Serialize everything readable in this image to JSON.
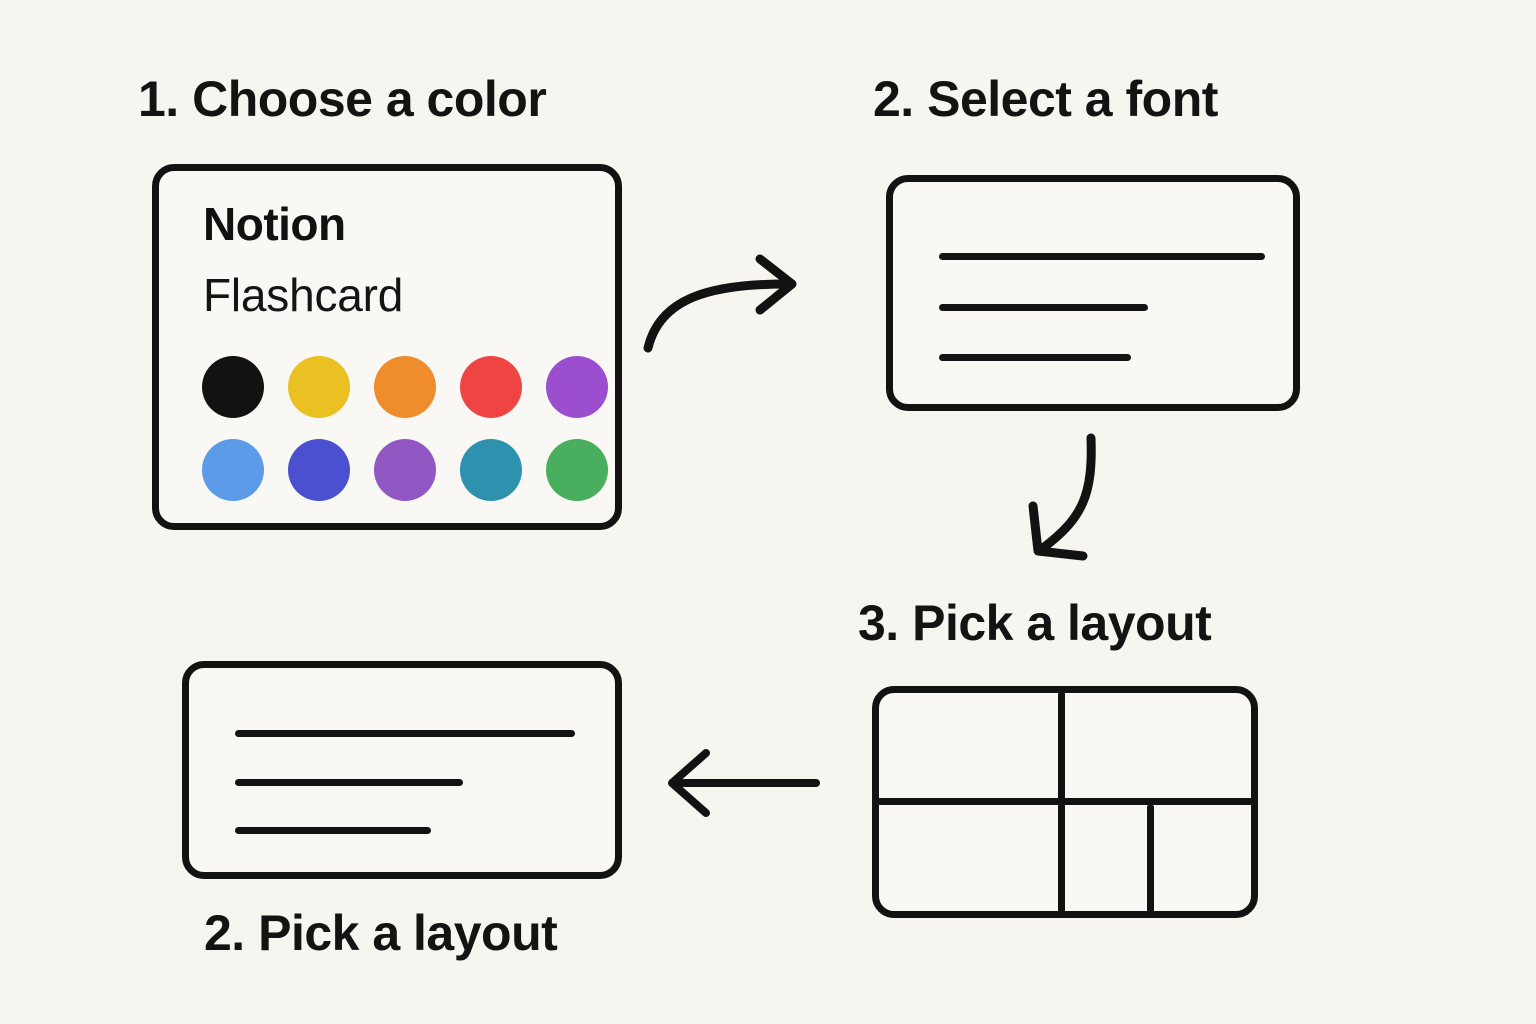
{
  "background_color": "#f7f5f0",
  "ink_color": "#121212",
  "steps": [
    {
      "id": "step-1",
      "heading": "1. Choose a color"
    },
    {
      "id": "step-2",
      "heading": "2. Select a font"
    },
    {
      "id": "step-3",
      "heading": "3. Pick a layout"
    },
    {
      "id": "step-4",
      "heading": "2. Pick a layout"
    }
  ],
  "color_card": {
    "title": "Notion",
    "subtitle": "Flashcard",
    "swatch_rows": [
      [
        {
          "name": "swatch-black",
          "hex": "#121212"
        },
        {
          "name": "swatch-yellow",
          "hex": "#ebc023"
        },
        {
          "name": "swatch-orange",
          "hex": "#ef8c2c"
        },
        {
          "name": "swatch-red",
          "hex": "#ee4444"
        },
        {
          "name": "swatch-purple",
          "hex": "#9b4fce"
        }
      ],
      [
        {
          "name": "swatch-light-blue",
          "hex": "#5b9be8"
        },
        {
          "name": "swatch-indigo",
          "hex": "#4a50cf"
        },
        {
          "name": "swatch-mid-purple",
          "hex": "#9158c4"
        },
        {
          "name": "swatch-teal",
          "hex": "#2e92ae"
        },
        {
          "name": "swatch-green",
          "hex": "#4aae5f"
        }
      ]
    ]
  },
  "font_card": {
    "lines": [
      {
        "name": "text-line-long",
        "width_pct": 100
      },
      {
        "name": "text-line-medium",
        "width_pct": 59
      },
      {
        "name": "text-line-short",
        "width_pct": 54
      }
    ]
  },
  "lines_card": {
    "lines": [
      {
        "name": "text-line-long",
        "width_pct": 100
      },
      {
        "name": "text-line-medium",
        "width_pct": 67
      },
      {
        "name": "text-line-short",
        "width_pct": 57
      }
    ]
  },
  "grid_card": {
    "cells": 5,
    "horizontal_divider_pct": 48,
    "vertical_divider_pct": 48,
    "bottom_right_divider_pct": 72
  },
  "arrows": [
    {
      "name": "arrow-curve-right",
      "direction": "right",
      "from": "step-1",
      "to": "step-2"
    },
    {
      "name": "arrow-curve-down",
      "direction": "down",
      "from": "step-2",
      "to": "step-3"
    },
    {
      "name": "arrow-straight-left",
      "direction": "left",
      "from": "step-3",
      "to": "step-4"
    }
  ]
}
